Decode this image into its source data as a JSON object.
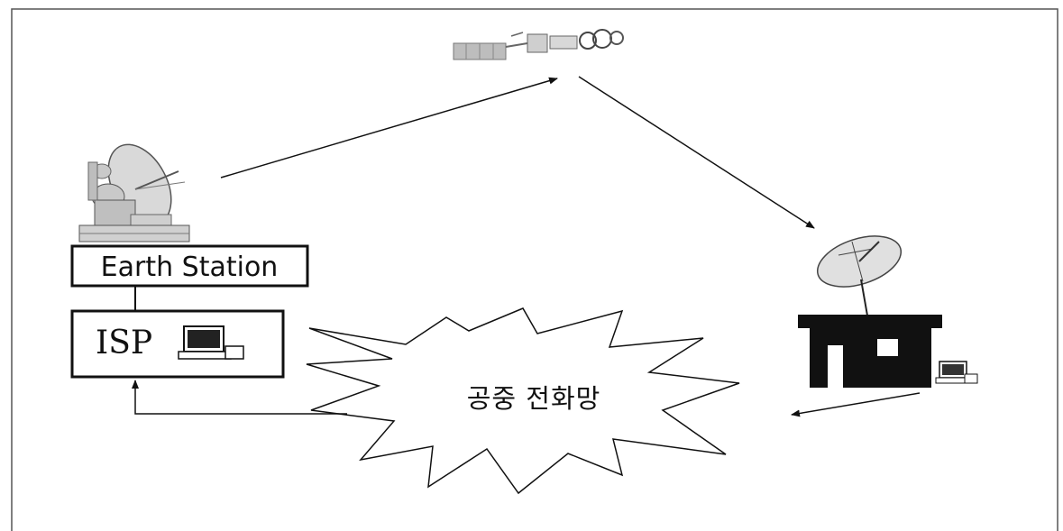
{
  "labels": {
    "earth_station": "Earth Station",
    "isp": "ISP",
    "public_telephone_network": "공중 전화망"
  },
  "icons": {
    "satellite": "satellite-icon",
    "earth_station_antenna": "earth-station-antenna-icon",
    "isp_computer": "computer-icon",
    "user_dish": "satellite-dish-icon",
    "user_house": "house-icon",
    "user_computer": "computer-icon",
    "network_cloud": "telephone-network-burst-icon"
  },
  "colors": {
    "line": "#111111",
    "frame": "#555555",
    "background": "#ffffff"
  }
}
